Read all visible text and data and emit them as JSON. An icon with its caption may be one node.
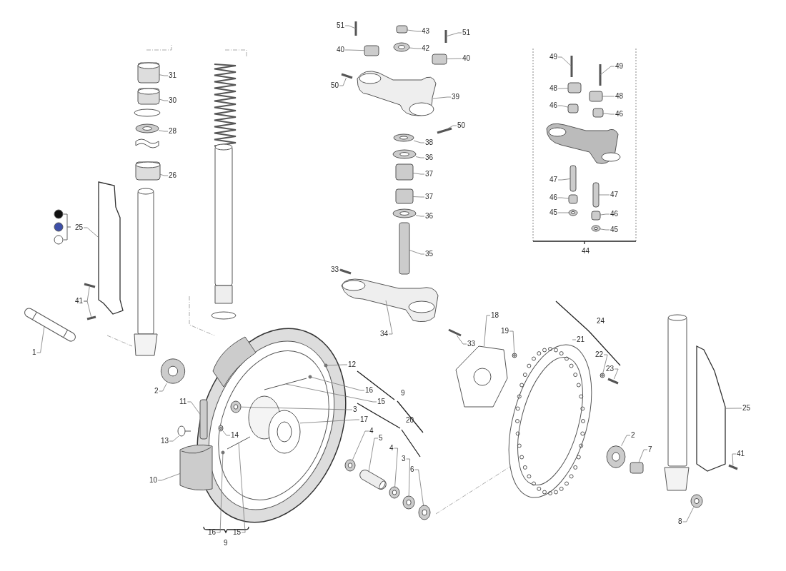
{
  "diagram": {
    "nodes": [
      {
        "text": [
          "51"
        ]
      },
      {
        "text": [
          "43"
        ]
      },
      {
        "text": [
          "51"
        ]
      },
      {
        "text": [
          "40"
        ]
      },
      {
        "text": [
          "42"
        ]
      },
      {
        "text": [
          "40"
        ]
      },
      {
        "text": [
          "31"
        ]
      },
      {
        "text": [
          "49"
        ]
      },
      {
        "text": [
          "49"
        ]
      },
      {
        "text": [
          "50"
        ]
      },
      {
        "text": [
          "48"
        ]
      },
      {
        "text": [
          "48"
        ]
      },
      {
        "text": [
          "39"
        ]
      },
      {
        "text": [
          "30"
        ]
      },
      {
        "text": [
          "46"
        ]
      },
      {
        "text": [
          "46"
        ]
      },
      {
        "text": [
          "50"
        ]
      },
      {
        "text": [
          "28"
        ]
      },
      {
        "text": [
          "38"
        ]
      },
      {
        "text": [
          "36"
        ]
      },
      {
        "text": [
          "37"
        ]
      },
      {
        "text": [
          "26"
        ]
      },
      {
        "text": [
          "47"
        ]
      },
      {
        "text": [
          "47"
        ]
      },
      {
        "text": [
          "37"
        ]
      },
      {
        "text": [
          "46"
        ]
      },
      {
        "text": [
          "45"
        ]
      },
      {
        "text": [
          "46"
        ]
      },
      {
        "text": [
          "36"
        ]
      },
      {
        "text": [
          "25"
        ]
      },
      {
        "text": [
          "45"
        ]
      },
      {
        "text": [
          "35"
        ]
      },
      {
        "text": [
          "33"
        ]
      },
      {
        "text": [
          "41"
        ]
      },
      {
        "text": [
          "18"
        ]
      },
      {
        "text": [
          "19"
        ]
      },
      {
        "text": [
          "34"
        ]
      },
      {
        "text": [
          "1"
        ]
      },
      {
        "text": [
          "21"
        ]
      },
      {
        "text": [
          "33"
        ]
      },
      {
        "text": [
          "22"
        ]
      },
      {
        "text": [
          "23"
        ]
      },
      {
        "text": [
          "12"
        ]
      },
      {
        "text": [
          "16"
        ]
      },
      {
        "text": [
          "2"
        ]
      },
      {
        "text": [
          "15"
        ]
      },
      {
        "text": [
          "11"
        ]
      },
      {
        "text": [
          "3"
        ]
      },
      {
        "text": [
          "25"
        ]
      },
      {
        "text": [
          "17"
        ]
      },
      {
        "text": [
          "4"
        ]
      },
      {
        "text": [
          "5"
        ]
      },
      {
        "text": [
          "13"
        ]
      },
      {
        "text": [
          "14"
        ]
      },
      {
        "text": [
          "2"
        ]
      },
      {
        "text": [
          "4"
        ]
      },
      {
        "text": [
          "7"
        ]
      },
      {
        "text": [
          "3"
        ]
      },
      {
        "text": [
          "41"
        ]
      },
      {
        "text": [
          "6"
        ]
      },
      {
        "text": [
          "10"
        ]
      },
      {
        "text": [
          "8"
        ]
      },
      {
        "text": [
          "16"
        ]
      },
      {
        "text": [
          "15"
        ]
      },
      {
        "text": [],
        "shape": "picture"
      },
      {
        "text": [],
        "shape": "box"
      },
      {
        "text": [],
        "shape": "picture"
      },
      {
        "text": [],
        "shape": "box"
      },
      {
        "text": [],
        "shape": "circle"
      },
      {
        "text": [],
        "shape": "box"
      },
      {
        "text": [],
        "shape": "cylinder"
      },
      {
        "text": [],
        "shape": "picture"
      },
      {
        "text": [],
        "shape": "picture"
      },
      {
        "text": [],
        "shape": "picture"
      },
      {
        "text": [],
        "shape": "box"
      },
      {
        "text": [],
        "shape": "box"
      },
      {
        "text": [],
        "shape": "picture"
      },
      {
        "text": [],
        "shape": "cylinder"
      },
      {
        "text": [],
        "shape": "box"
      },
      {
        "text": [],
        "shape": "box"
      },
      {
        "text": [],
        "shape": "picture"
      },
      {
        "text": [],
        "shape": "circle"
      },
      {
        "text": [],
        "shape": "circle"
      },
      {
        "text": [],
        "shape": "circle"
      },
      {
        "text": [],
        "shape": "box"
      },
      {
        "text": [],
        "shape": "cylinder"
      },
      {
        "text": [],
        "shape": "box"
      },
      {
        "text": [],
        "shape": "box"
      },
      {
        "text": [],
        "shape": "box"
      },
      {
        "text": [],
        "shape": "box"
      },
      {
        "text": [],
        "shape": "circle"
      },
      {
        "text": [],
        "shape": "box"
      },
      {
        "text": [],
        "shape": "circle"
      },
      {
        "text": [],
        "shape": "picture"
      },
      {
        "text": [],
        "shape": "circle"
      },
      {
        "text": [],
        "shape": "box"
      },
      {
        "text": [],
        "shape": "picture"
      },
      {
        "text": [],
        "shape": "picture"
      },
      {
        "text": [],
        "shape": "picture"
      },
      {
        "text": [],
        "shape": "picture"
      },
      {
        "text": [],
        "shape": "circle"
      },
      {
        "text": [],
        "shape": "picture"
      },
      {
        "text": [],
        "shape": "picture"
      },
      {
        "text": [],
        "shape": "picture"
      },
      {
        "text": [],
        "shape": "picture"
      },
      {
        "text": [],
        "shape": "circle"
      },
      {
        "text": [],
        "shape": "picture"
      },
      {
        "text": [],
        "shape": "circle"
      },
      {
        "text": [],
        "shape": "circle"
      },
      {
        "text": [],
        "shape": "circle"
      },
      {
        "text": [],
        "shape": "picture"
      },
      {
        "text": [],
        "shape": "box"
      },
      {
        "text": [],
        "shape": "circle"
      },
      {
        "text": [],
        "shape": "picture"
      },
      {
        "text": [],
        "shape": "picture"
      },
      {
        "text": [],
        "shape": "circle"
      },
      {
        "text": [],
        "shape": "picture"
      },
      {
        "text": [],
        "shape": "picture"
      },
      {
        "text": [],
        "shape": "circle"
      },
      {
        "text": [],
        "shape": "circle"
      },
      {
        "text": [],
        "shape": "circle"
      },
      {
        "text": [],
        "shape": "box"
      },
      {
        "text": [],
        "shape": "circle"
      },
      {
        "text": [],
        "shape": "picture"
      },
      {
        "text": [],
        "shape": "circle"
      },
      {
        "text": [],
        "shape": "picture"
      },
      {
        "text": [],
        "shape": "circle"
      },
      {
        "text": [],
        "shape": "circle"
      },
      {
        "text": [],
        "shape": "picture"
      }
    ],
    "edges": [
      {
        "from": 0,
        "to": 64,
        "arrow": "none"
      },
      {
        "from": 1,
        "to": 65,
        "arrow": "none"
      },
      {
        "from": 2,
        "to": 66,
        "arrow": "none"
      },
      {
        "from": 3,
        "to": 67,
        "arrow": "none"
      },
      {
        "from": 4,
        "to": 68,
        "arrow": "none"
      },
      {
        "from": 5,
        "to": 69,
        "arrow": "none"
      },
      {
        "from": 6,
        "to": 70,
        "arrow": "none"
      },
      {
        "from": 7,
        "to": 71,
        "arrow": "none"
      },
      {
        "from": 8,
        "to": 72,
        "arrow": "none"
      },
      {
        "from": 9,
        "to": 73,
        "arrow": "none"
      },
      {
        "from": 10,
        "to": 74,
        "arrow": "none"
      },
      {
        "from": 11,
        "to": 75,
        "arrow": "none"
      },
      {
        "from": 12,
        "to": 76,
        "arrow": "none"
      },
      {
        "from": 13,
        "to": 77,
        "arrow": "none"
      },
      {
        "from": 14,
        "to": 78,
        "arrow": "none"
      },
      {
        "from": 15,
        "to": 79,
        "arrow": "none"
      },
      {
        "from": 16,
        "to": 80,
        "arrow": "none"
      },
      {
        "from": 17,
        "to": 81,
        "arrow": "none"
      },
      {
        "from": 18,
        "to": 82,
        "arrow": "none"
      },
      {
        "from": 19,
        "to": 83,
        "arrow": "none"
      },
      {
        "from": 20,
        "to": 84,
        "arrow": "none"
      },
      {
        "from": 21,
        "to": 85,
        "arrow": "none"
      },
      {
        "from": 22,
        "to": 86,
        "arrow": "none"
      },
      {
        "from": 23,
        "to": 87,
        "arrow": "none"
      },
      {
        "from": 24,
        "to": 88,
        "arrow": "none"
      },
      {
        "from": 25,
        "to": 89,
        "arrow": "none"
      },
      {
        "from": 26,
        "to": 90,
        "arrow": "none"
      },
      {
        "from": 27,
        "to": 91,
        "arrow": "none"
      },
      {
        "from": 28,
        "to": 92,
        "arrow": "none"
      },
      {
        "from": 29,
        "to": 93,
        "arrow": "none"
      },
      {
        "from": 30,
        "to": 94,
        "arrow": "none"
      },
      {
        "from": 31,
        "to": 95,
        "arrow": "none"
      },
      {
        "from": 32,
        "to": 96,
        "arrow": "none"
      },
      {
        "from": 33,
        "to": 97,
        "arrow": "none"
      },
      {
        "from": 33,
        "to": 98,
        "arrow": "none"
      },
      {
        "from": 34,
        "to": 99,
        "arrow": "none"
      },
      {
        "from": 35,
        "to": 100,
        "arrow": "none"
      },
      {
        "from": 36,
        "to": 101,
        "arrow": "none"
      },
      {
        "from": 37,
        "to": 102,
        "arrow": "none"
      },
      {
        "from": 38,
        "to": 103,
        "arrow": "none"
      },
      {
        "from": 39,
        "to": 104,
        "arrow": "none"
      },
      {
        "from": 40,
        "to": 105,
        "arrow": "none"
      },
      {
        "from": 41,
        "to": 106,
        "arrow": "none"
      },
      {
        "from": 42,
        "to": 107,
        "arrow": "none"
      },
      {
        "from": 43,
        "to": 108,
        "arrow": "none"
      },
      {
        "from": 44,
        "to": 109,
        "arrow": "none"
      },
      {
        "from": 45,
        "to": 110,
        "arrow": "none"
      },
      {
        "from": 46,
        "to": 111,
        "arrow": "none"
      },
      {
        "from": 47,
        "to": 112,
        "arrow": "none"
      },
      {
        "from": 48,
        "to": 113,
        "arrow": "none"
      },
      {
        "from": 49,
        "to": 114,
        "arrow": "none"
      },
      {
        "from": 50,
        "to": 115,
        "arrow": "none"
      },
      {
        "from": 51,
        "to": 116,
        "arrow": "none"
      },
      {
        "from": 52,
        "to": 117,
        "arrow": "none"
      },
      {
        "from": 53,
        "to": 118,
        "arrow": "none"
      },
      {
        "from": 54,
        "to": 119,
        "arrow": "none"
      },
      {
        "from": 55,
        "to": 120,
        "arrow": "none"
      },
      {
        "from": 56,
        "to": 121,
        "arrow": "none"
      },
      {
        "from": 57,
        "to": 122,
        "arrow": "none"
      },
      {
        "from": 58,
        "to": 123,
        "arrow": "none"
      },
      {
        "from": 59,
        "to": 124,
        "arrow": "none"
      },
      {
        "from": 60,
        "to": 125,
        "arrow": "none"
      },
      {
        "from": 61,
        "to": 126,
        "arrow": "none"
      },
      {
        "from": 62,
        "to": 127,
        "arrow": "none"
      },
      {
        "from": 63,
        "to": 128,
        "arrow": "none"
      }
    ],
    "labels": [
      "44",
      "24",
      "9",
      "20",
      "9"
    ]
  }
}
